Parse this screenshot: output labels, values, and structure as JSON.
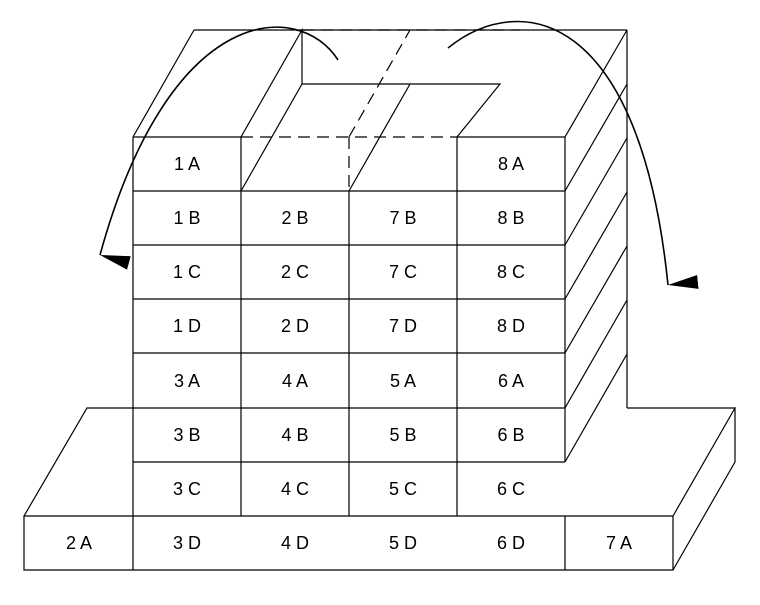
{
  "cells": {
    "r1": [
      "1 A",
      "8 A"
    ],
    "r2": [
      "1 B",
      "2 B",
      "7 B",
      "8 B"
    ],
    "r3": [
      "1 C",
      "2 C",
      "7 C",
      "8 C"
    ],
    "r4": [
      "1 D",
      "2 D",
      "7 D",
      "8 D"
    ],
    "r5": [
      "3 A",
      "4 A",
      "5 A",
      "6 A"
    ],
    "r6": [
      "3 B",
      "4 B",
      "5 B",
      "6 B"
    ],
    "r7": [
      "3 C",
      "4 C",
      "5 C",
      "6 C"
    ],
    "r8": [
      "2 A",
      "3 D",
      "4 D",
      "5 D",
      "6 D",
      "7 A"
    ]
  },
  "colors": {
    "line": "#000000",
    "background": "#ffffff"
  }
}
